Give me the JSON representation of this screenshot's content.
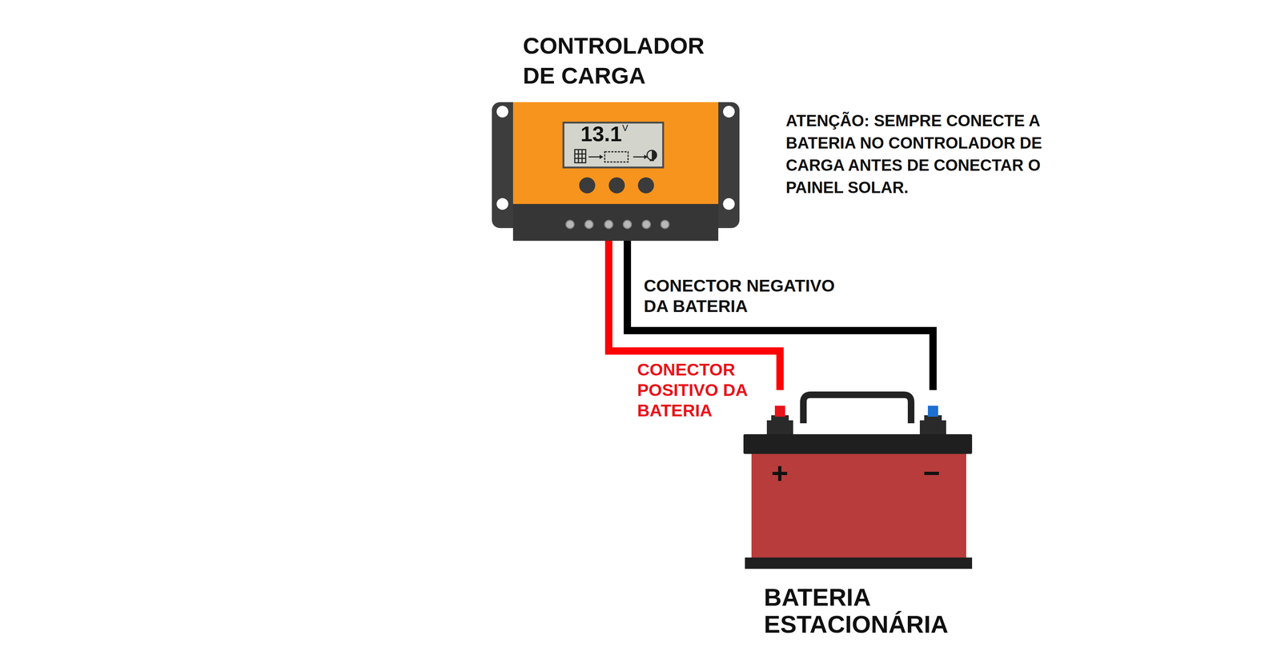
{
  "diagram": {
    "nodes": [
      {
        "text": [
          "CONTROLADOR DE CARGA"
        ]
      },
      {
        "text": [
          "BATERIA ESTACIONÁRIA"
        ]
      }
    ],
    "edges": [
      {
        "from": 0,
        "to": 1,
        "arrow": "none",
        "label": "CONECTOR POSITIVO DA BATERIA"
      },
      {
        "from": 0,
        "to": 1,
        "arrow": "none",
        "label": "CONECTOR NEGATIVO DA BATERIA"
      }
    ],
    "labels": [
      "ATENÇÃO: SEMPRE CONECTE A BATERIA NO CONTROLADOR DE CARGA ANTES DE CONECTAR O PAINEL SOLAR.",
      "13.1",
      "V",
      "+",
      "−"
    ]
  }
}
